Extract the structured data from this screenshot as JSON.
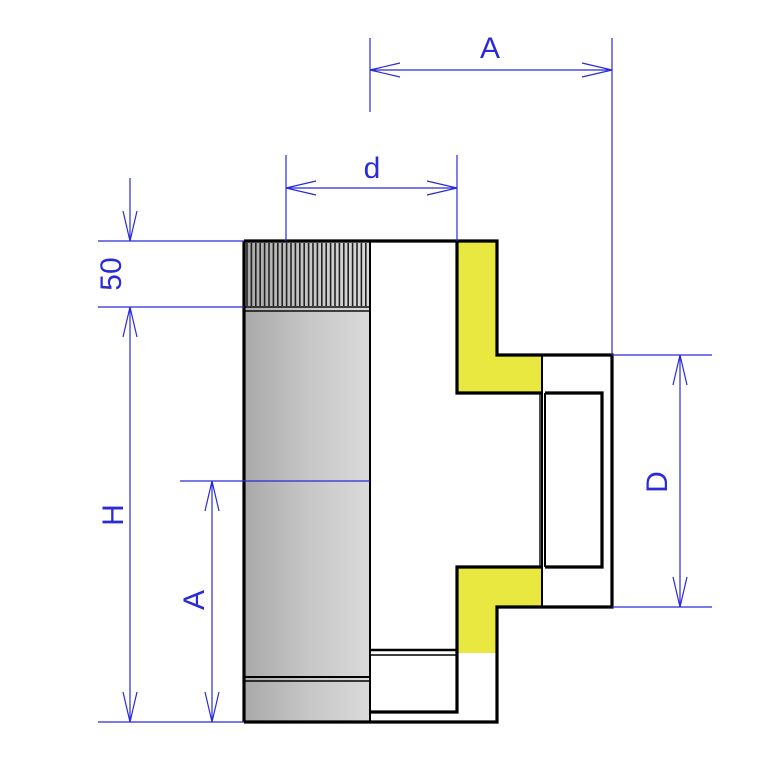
{
  "drawing": {
    "labels": {
      "branch_length": "A",
      "inner_diameter": "d",
      "socket_height": "50",
      "total_height": "H",
      "branch_position": "A",
      "branch_diameter": "D"
    },
    "colors": {
      "dimension": "#2a2ad8",
      "insulation": "#e8e840",
      "pipe_dark": "#a9a9a9",
      "pipe_light": "#d9d9d9"
    }
  }
}
